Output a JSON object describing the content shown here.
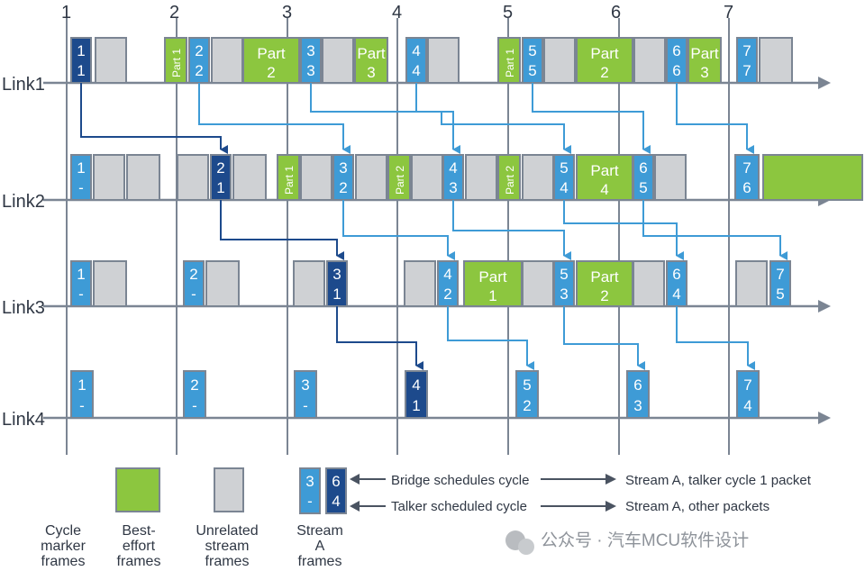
{
  "cycle_numbers": [
    "1",
    "2",
    "3",
    "4",
    "5",
    "6",
    "7"
  ],
  "links": [
    "Link1",
    "Link2",
    "Link3",
    "Link4"
  ],
  "green_labels": {
    "part": "Part",
    "one": "1",
    "two": "2",
    "three": "3",
    "four": "4",
    "part1": "Part 1",
    "part2": "Part 2"
  },
  "stream_labels": {
    "l1_c1": [
      "1",
      "1"
    ],
    "l1_c2": [
      "2",
      "2"
    ],
    "l1_c3": [
      "3",
      "3"
    ],
    "l1_c4": [
      "4",
      "4"
    ],
    "l1_c5": [
      "5",
      "5"
    ],
    "l1_c6": [
      "6",
      "6"
    ],
    "l1_c7": [
      "7",
      "7"
    ],
    "l2_c1": [
      "1",
      "-"
    ],
    "l2_c2": [
      "2",
      "1"
    ],
    "l2_c3": [
      "3",
      "2"
    ],
    "l2_c4": [
      "4",
      "3"
    ],
    "l2_c5": [
      "5",
      "4"
    ],
    "l2_c6": [
      "6",
      "5"
    ],
    "l2_c7": [
      "7",
      "6"
    ],
    "l3_c1": [
      "1",
      "-"
    ],
    "l3_c2": [
      "2",
      "-"
    ],
    "l3_c3": [
      "3",
      "1"
    ],
    "l3_c4": [
      "4",
      "2"
    ],
    "l3_c5": [
      "5",
      "3"
    ],
    "l3_c6": [
      "6",
      "4"
    ],
    "l3_c7": [
      "7",
      "5"
    ],
    "l4_c1": [
      "1",
      "-"
    ],
    "l4_c2": [
      "2",
      "-"
    ],
    "l4_c3": [
      "3",
      "-"
    ],
    "l4_c4": [
      "4",
      "1"
    ],
    "l4_c5": [
      "5",
      "2"
    ],
    "l4_c6": [
      "6",
      "3"
    ],
    "l4_c7": [
      "7",
      "4"
    ]
  },
  "legend": {
    "cycle_marker": [
      "Cycle",
      "marker",
      "frames"
    ],
    "best_effort": [
      "Best-",
      "effort",
      "frames"
    ],
    "unrelated": [
      "Unrelated",
      "stream",
      "frames"
    ],
    "stream_a": [
      "Stream",
      "A",
      "frames"
    ],
    "sample_left": [
      "3",
      "-"
    ],
    "sample_right": [
      "6",
      "4"
    ],
    "bridge_text": "Bridge schedules cycle",
    "talker_text": "Talker scheduled cycle",
    "packet1_text": "Stream A, talker cycle 1 packet",
    "other_text": "Stream A, other packets"
  },
  "watermark": "公众号 · 汽车MCU软件设计",
  "colors": {
    "stream": "#3e9bd6",
    "stream_dark": "#1d4a8c",
    "best_effort": "#8cc63f",
    "unrelated": "#cfd1d4",
    "axis": "#7b8593",
    "arrow": "#3e9bd6",
    "arrow_dark": "#1d4a8c"
  }
}
